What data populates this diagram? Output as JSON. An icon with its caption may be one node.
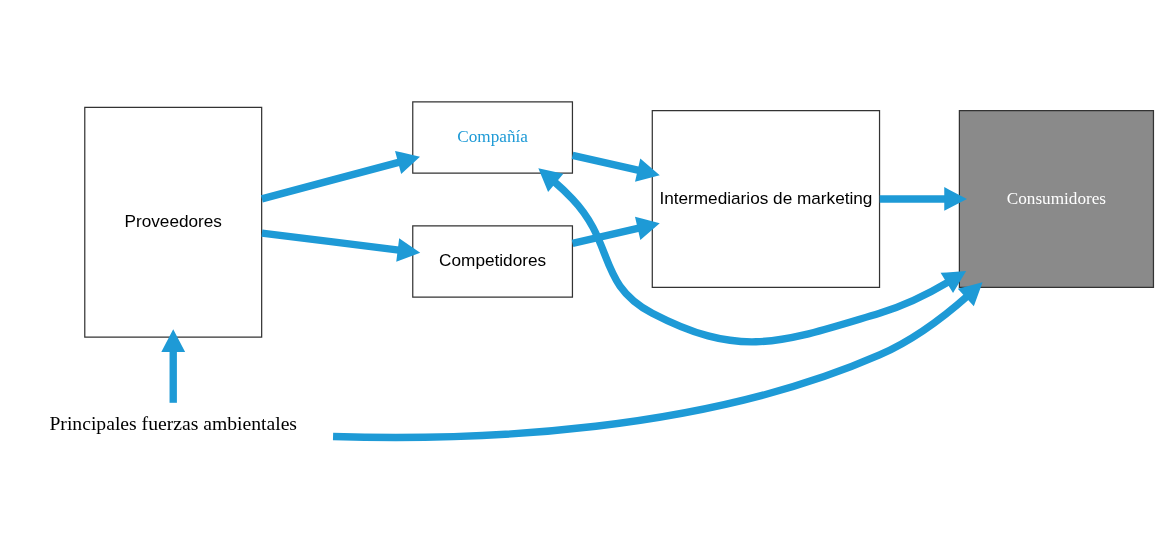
{
  "diagram": {
    "nodes": [
      {
        "text": [
          "Proveedores"
        ]
      },
      {
        "text": [
          "Compañía"
        ]
      },
      {
        "text": [
          "Competidores"
        ]
      },
      {
        "text": [
          "Intermediarios de marketing"
        ]
      },
      {
        "text": [
          "Consumidores"
        ]
      },
      {
        "text": [
          "Principales fuerzas ambientales"
        ]
      }
    ],
    "edges": [
      {
        "from": 0,
        "to": 1,
        "arrow": "to"
      },
      {
        "from": 0,
        "to": 2,
        "arrow": "to"
      },
      {
        "from": 1,
        "to": 3,
        "arrow": "to"
      },
      {
        "from": 2,
        "to": 3,
        "arrow": "to"
      },
      {
        "from": 3,
        "to": 4,
        "arrow": "to"
      },
      {
        "from": 1,
        "to": 4,
        "arrow": "both"
      },
      {
        "from": 5,
        "to": 0,
        "arrow": "to"
      },
      {
        "from": 5,
        "to": 4,
        "arrow": "to"
      }
    ]
  }
}
